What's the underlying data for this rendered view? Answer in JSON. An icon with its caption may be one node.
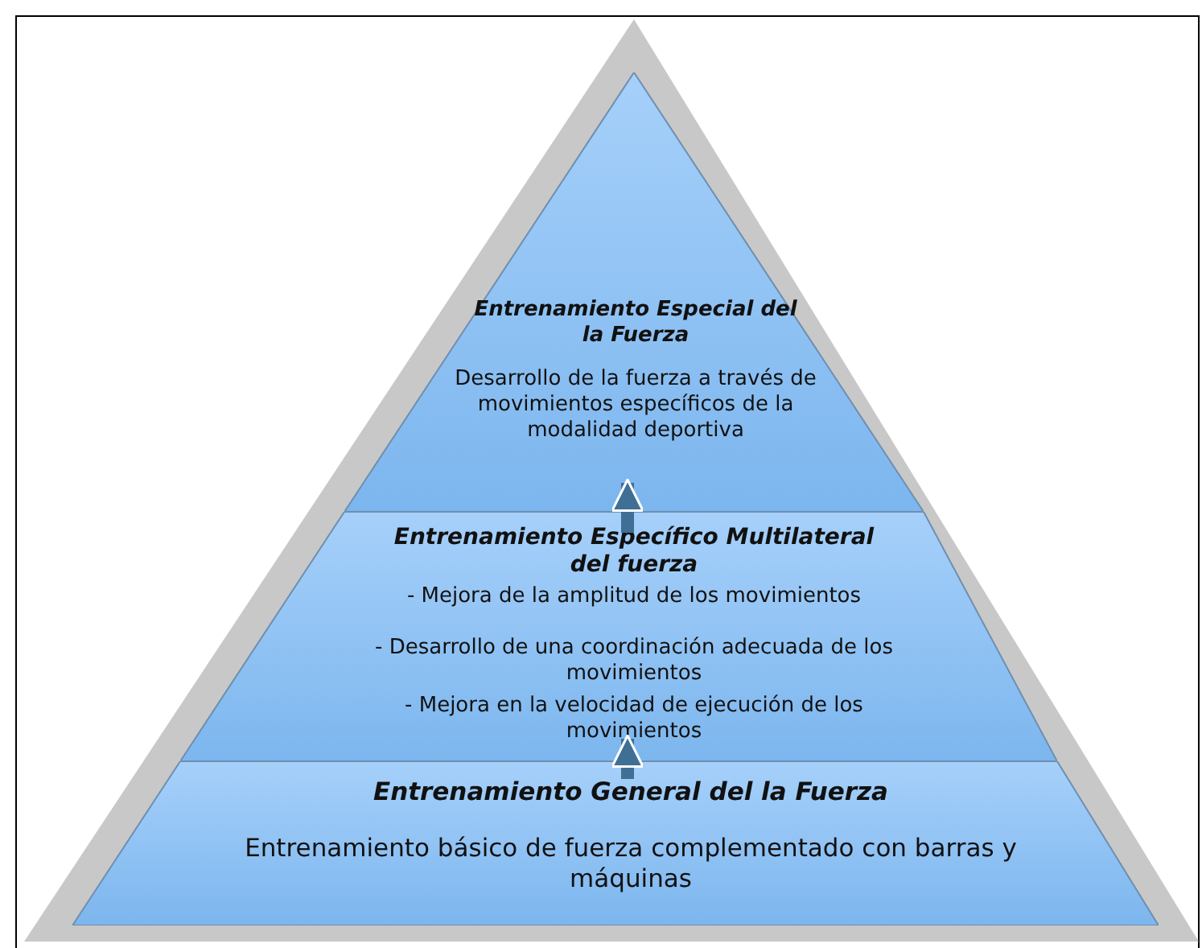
{
  "diagram": {
    "nodes": [
      {
        "text": [
          "Entrenamiento Especial del la Fuerza",
          "Desarrollo de la fuerza a través de movimientos específicos de la modalidad deportiva"
        ]
      },
      {
        "text": [
          "Entrenamiento Específico Multilateral del fuerza",
          "- Mejora de la amplitud de los movimientos",
          "- Desarrollo de una coordinación adecuada de los movimientos",
          "- Mejora en la velocidad de ejecución de los movimientos"
        ]
      },
      {
        "text": [
          "Entrenamiento General del la Fuerza",
          "Entrenamiento básico de fuerza complementado con barras y máquinas"
        ]
      }
    ],
    "edges": [
      {
        "from": 2,
        "to": 1,
        "arrow": "to"
      },
      {
        "from": 1,
        "to": 0,
        "arrow": "to"
      }
    ]
  }
}
